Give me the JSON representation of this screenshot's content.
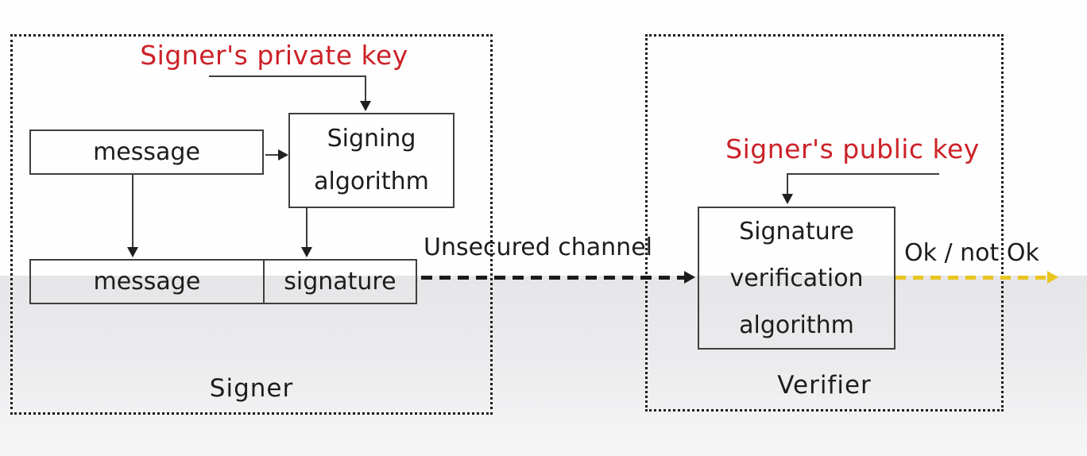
{
  "diagram": {
    "type": "digital-signature-scheme",
    "colors": {
      "key_label_red": "#cc2127",
      "result_arrow_yellow": "#e9c51f",
      "line_dark": "#3d3d3d",
      "band_gray": "#e6e6e8"
    },
    "signer": {
      "region_label": "Signer",
      "private_key_label": "Signer's private key",
      "message_box_label": "message",
      "signing_algorithm": {
        "line1": "Signing",
        "line2": "algorithm"
      },
      "output_box": {
        "message_cell": "message",
        "signature_cell": "signature"
      }
    },
    "channel": {
      "label": "Unsecured channel"
    },
    "verifier": {
      "region_label": "Verifier",
      "public_key_label": "Signer's public key",
      "verification_algorithm": {
        "line1": "Signature",
        "line2": "verification",
        "line3": "algorithm"
      }
    },
    "result": {
      "label": "Ok / not Ok"
    }
  }
}
